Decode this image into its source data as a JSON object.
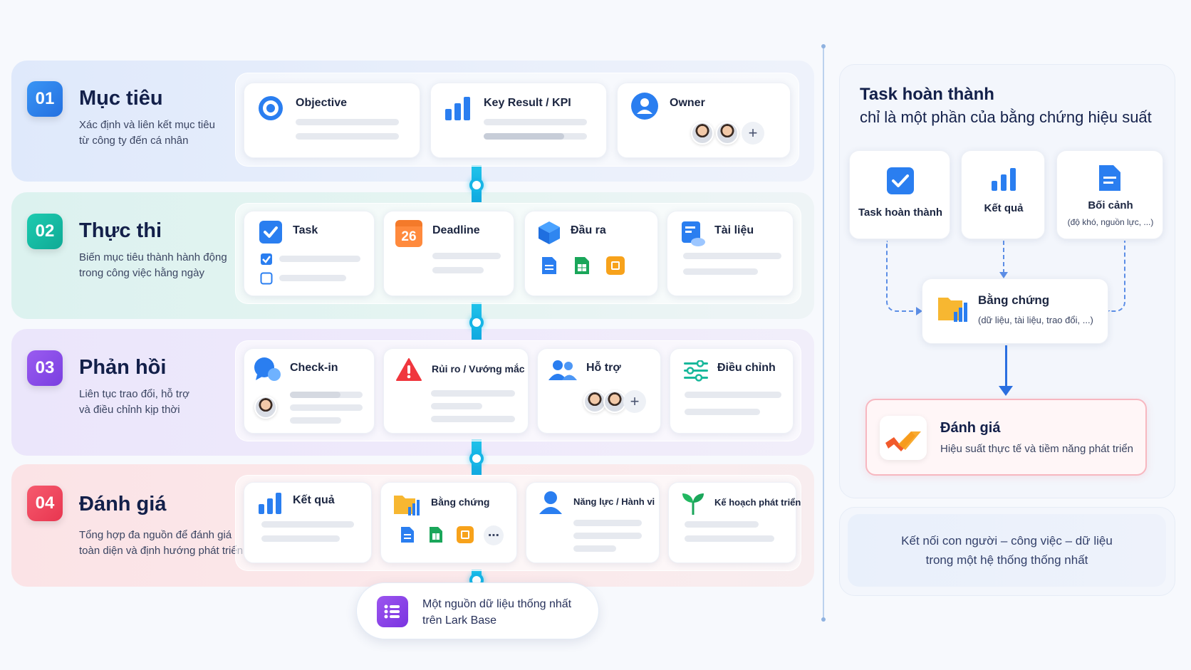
{
  "stages": [
    {
      "num": "01",
      "title": "Mục tiêu",
      "desc1": "Xác định và liên kết mục tiêu",
      "desc2": "từ công ty đến cá nhân",
      "color": "#2f86f0",
      "cards": [
        "Objective",
        "Key Result / KPI",
        "Owner"
      ]
    },
    {
      "num": "02",
      "title": "Thực thi",
      "desc1": "Biến mục tiêu thành hành động",
      "desc2": "trong công việc hằng ngày",
      "color": "#14bfa4",
      "cards": [
        "Task",
        "Deadline",
        "Đầu ra",
        "Tài liệu"
      ],
      "deadline_day": "26"
    },
    {
      "num": "03",
      "title": "Phản hồi",
      "desc1": "Liên tục trao đổi, hỗ trợ",
      "desc2": "và điều chỉnh kịp thời",
      "color": "#8a4fe6",
      "cards": [
        "Check-in",
        "Rủi ro / Vướng mắc",
        "Hỗ trợ",
        "Điều chỉnh"
      ]
    },
    {
      "num": "04",
      "title": "Đánh giá",
      "desc1": "Tổng hợp đa nguồn để đánh giá",
      "desc2": "toàn diện và định hướng phát triển",
      "color": "#f0485e",
      "cards": [
        "Kết quả",
        "Bằng chứng",
        "Năng lực / Hành vi",
        "Kế hoạch phát triển"
      ]
    }
  ],
  "bottom": {
    "line1": "Một nguồn dữ liệu thống nhất",
    "line2": "trên Lark Base"
  },
  "right": {
    "title1": "Task hoàn thành",
    "title2": "chỉ là một phần của bằng chứng hiệu suất",
    "card1": "Task hoàn thành",
    "card2": "Kết quả",
    "card3": "Bối cảnh",
    "card3_sub": "(độ khó, nguồn lực, ...)",
    "evidence_title": "Bằng chứng",
    "evidence_sub": "(dữ liệu, tài liệu, trao đổi, ...)",
    "eval_title": "Đánh giá",
    "eval_sub": "Hiệu suất thực tế và tiềm năng phát triển"
  },
  "footer": {
    "line1": "Kết nối con người – công việc – dữ liệu",
    "line2": "trong một hệ thống thống nhất"
  },
  "icons": [
    "target-icon",
    "bar-chart-icon",
    "user-icon",
    "checkbox-icon",
    "calendar-icon",
    "cube-icon",
    "document-icon",
    "chat-icon",
    "warning-icon",
    "users-icon",
    "sliders-icon",
    "folder-chart-icon",
    "sprout-icon",
    "list-icon",
    "lark-logo-icon"
  ]
}
